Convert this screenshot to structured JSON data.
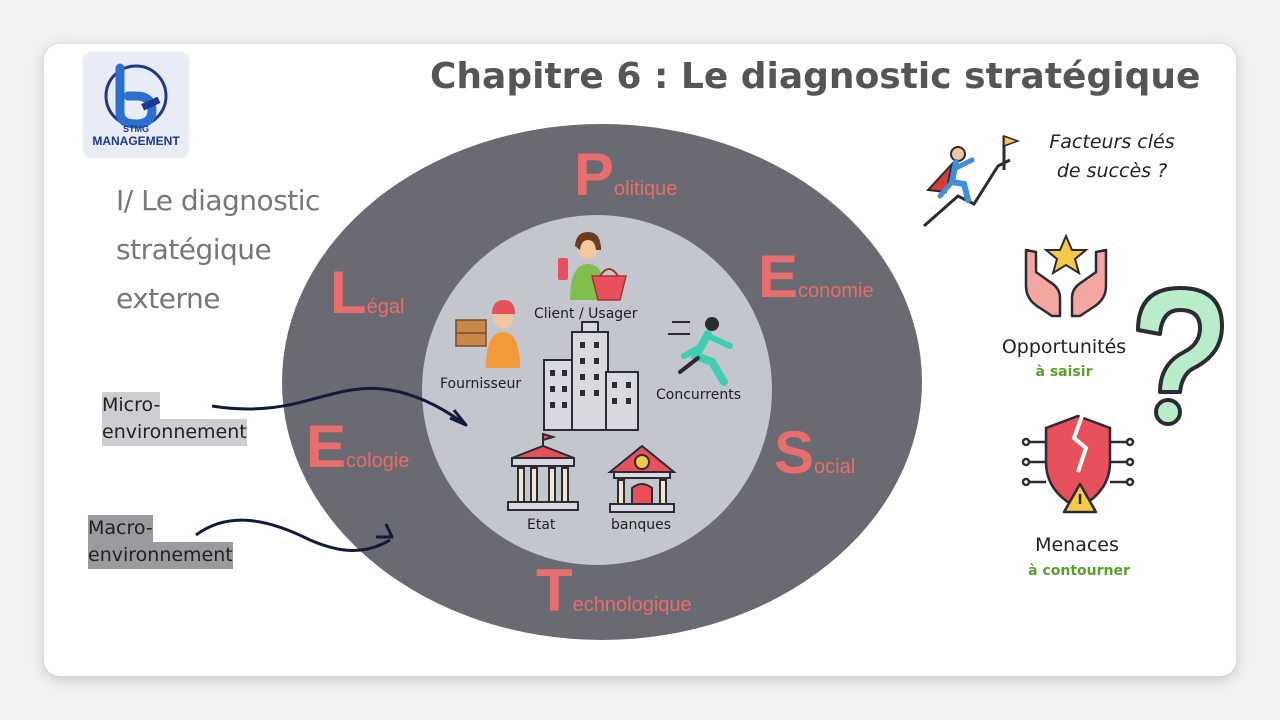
{
  "title": "Chapitre 6 : Le diagnostic stratégique",
  "logo": {
    "brand": "STMG",
    "label": "MANAGEMENT",
    "icon": "management-logo-icon"
  },
  "section": {
    "line1": "I/ Le diagnostic",
    "line2": "stratégique",
    "line3": "externe"
  },
  "environments": {
    "micro_line1": "Micro-",
    "micro_line2": "environnement",
    "macro_line1": "Macro-",
    "macro_line2": "environnement"
  },
  "pestel": [
    {
      "letter": "P",
      "rest": "olitique"
    },
    {
      "letter": "E",
      "rest": "conomie"
    },
    {
      "letter": "S",
      "rest": "ocial"
    },
    {
      "letter": "T",
      "rest": "echnologique"
    },
    {
      "letter": "E",
      "rest": "cologie"
    },
    {
      "letter": "L",
      "rest": "égal"
    }
  ],
  "micro_actors": {
    "client": "Client / Usager",
    "fournisseur": "Fournisseur",
    "concurrents": "Concurrents",
    "etat": "Etat",
    "banques": "banques"
  },
  "ksf": {
    "line1": "Facteurs clés",
    "line2": "de succès ?"
  },
  "swot": {
    "opportunites": "Opportunités",
    "opportunites_sub": "à saisir",
    "menaces": "Menaces",
    "menaces_sub": "à contourner",
    "question_mark": "?"
  },
  "colors": {
    "outer_ellipse": "#6a6a72",
    "inner_circle": "#c4c6cd",
    "pestel_text": "#e86d6d",
    "green_text": "#5aa02c",
    "question_mark": "#b9ecc9"
  }
}
